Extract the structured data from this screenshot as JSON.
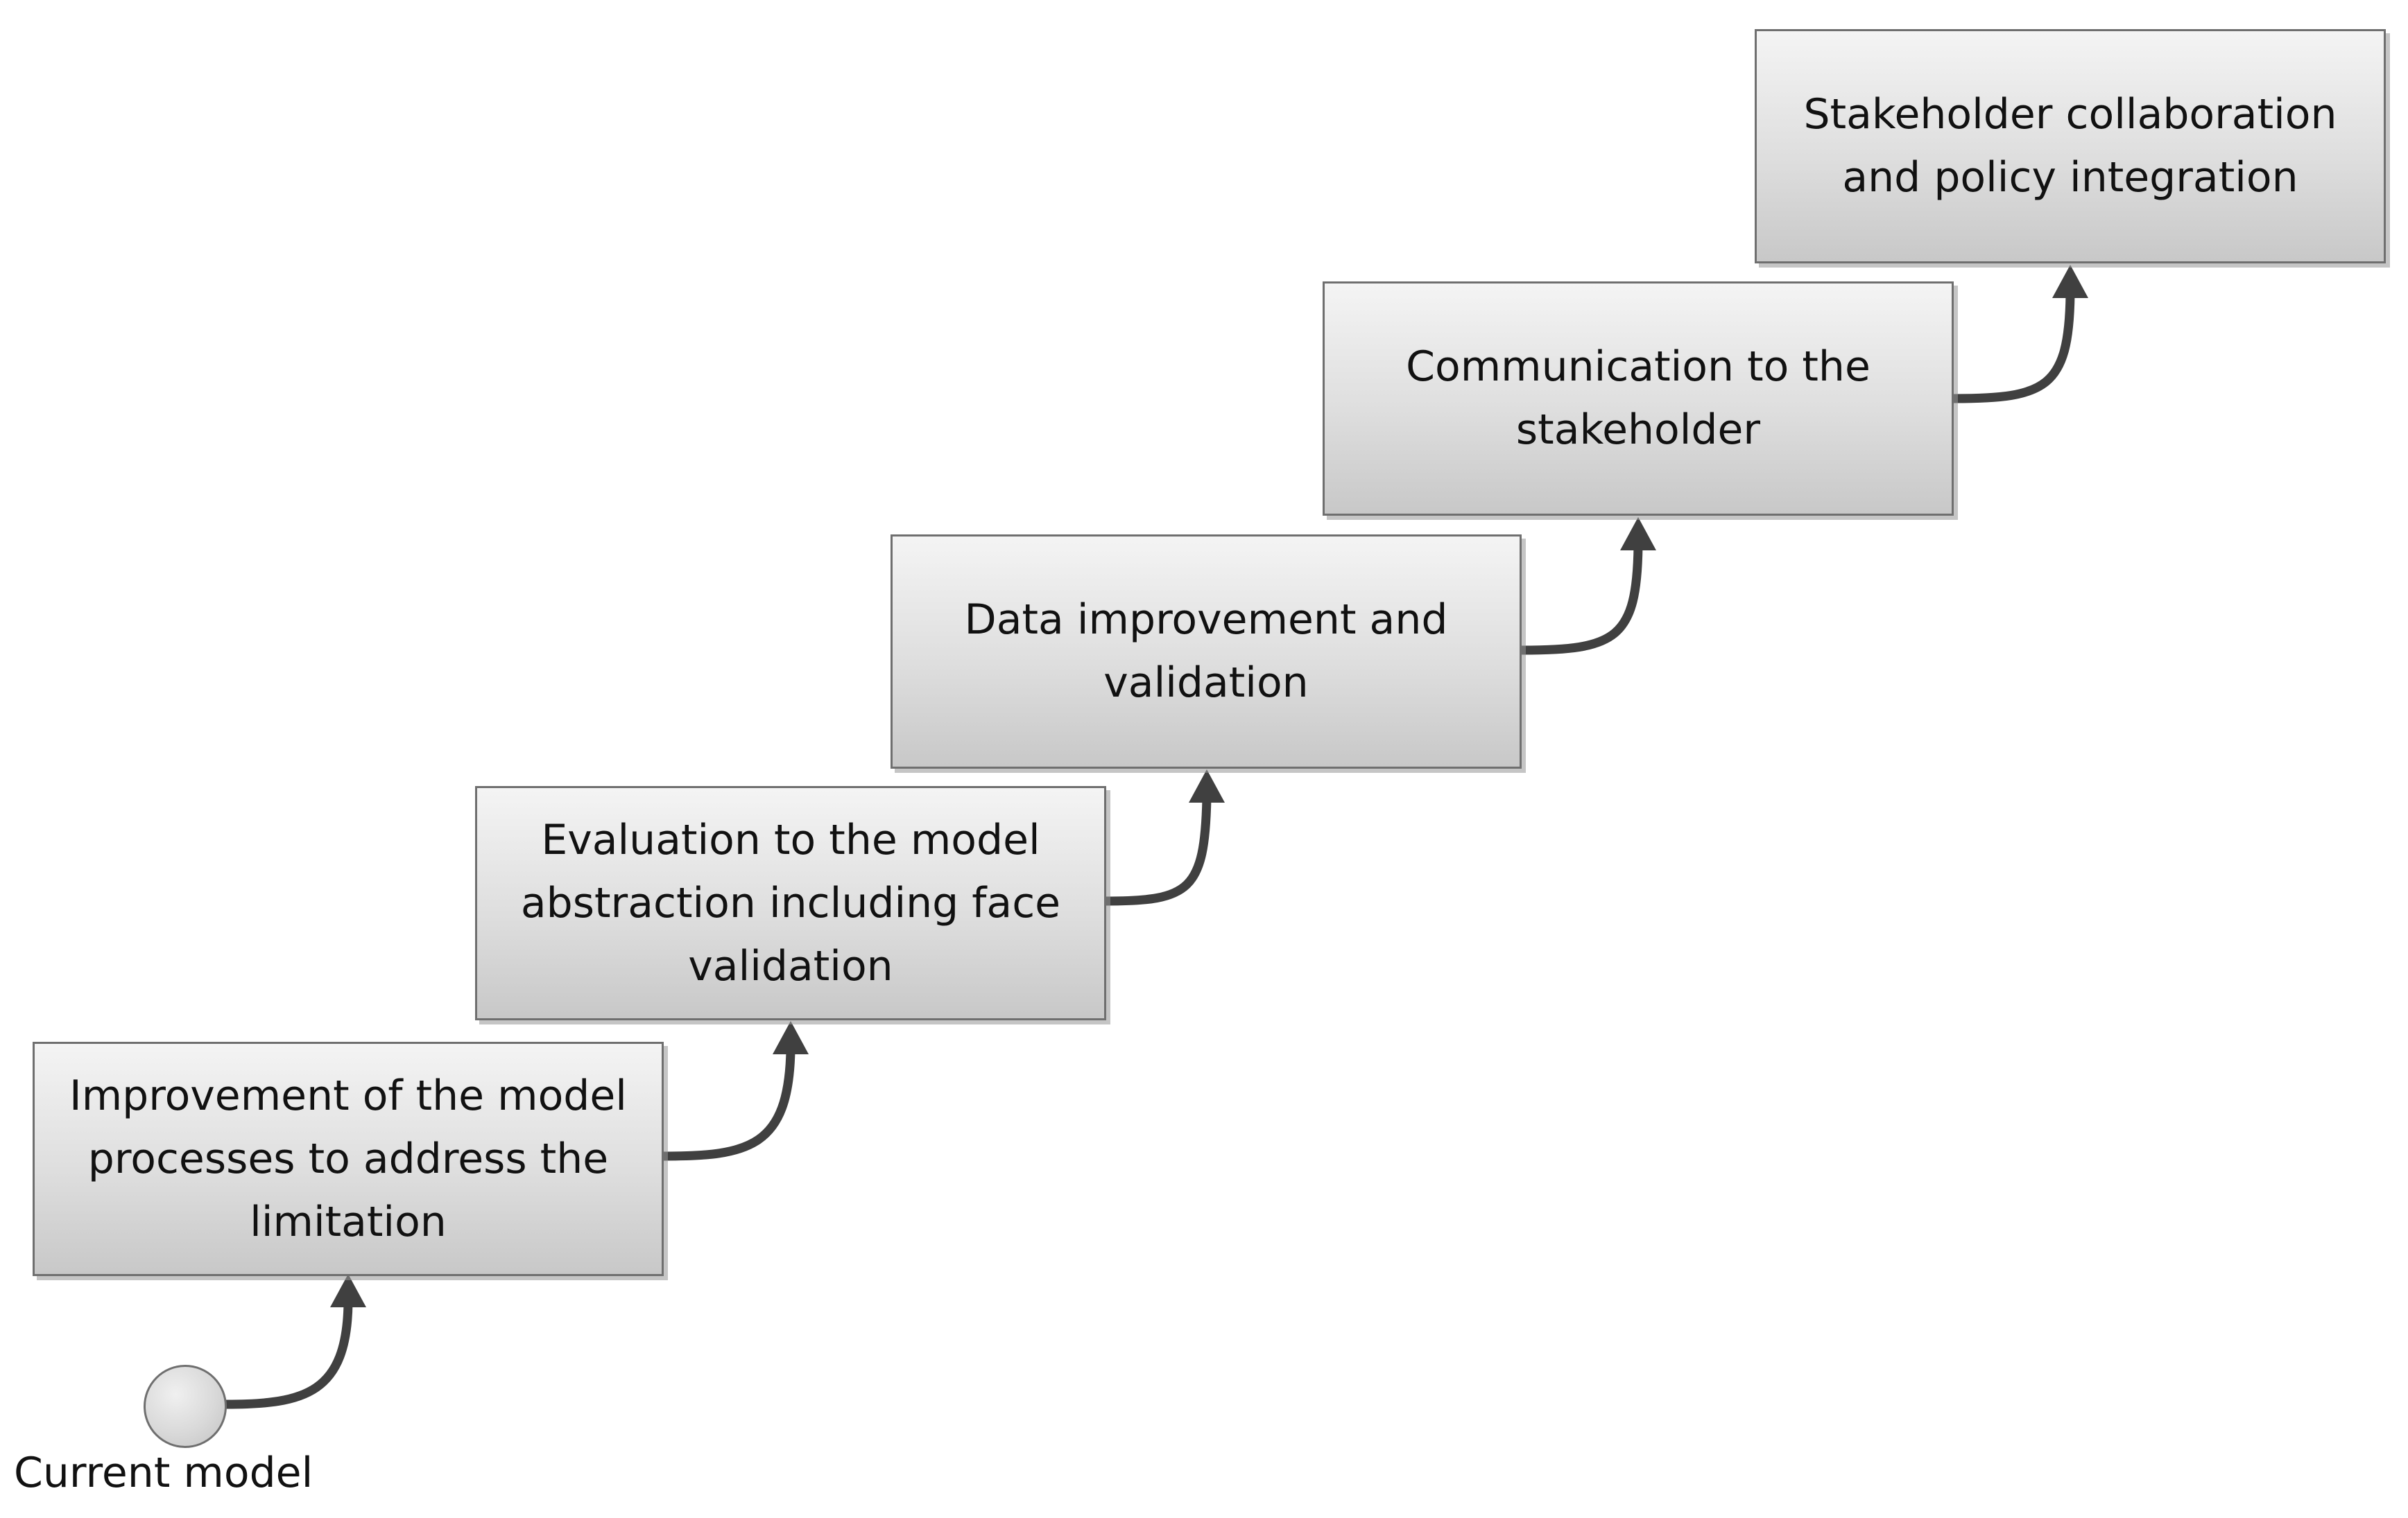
{
  "diagram": {
    "start": {
      "label": "Current model"
    },
    "steps": [
      {
        "label": "Improvement of the model processes to address the limitation"
      },
      {
        "label": "Evaluation to the model abstraction including face validation"
      },
      {
        "label": "Data improvement and validation"
      },
      {
        "label": "Communication to the stakeholder"
      },
      {
        "label": "Stakeholder collaboration and policy integration"
      }
    ]
  },
  "colors": {
    "box_border": "#6f6f6f",
    "box_fill": "#dedede",
    "arrow": "#404040",
    "text": "#111111"
  }
}
